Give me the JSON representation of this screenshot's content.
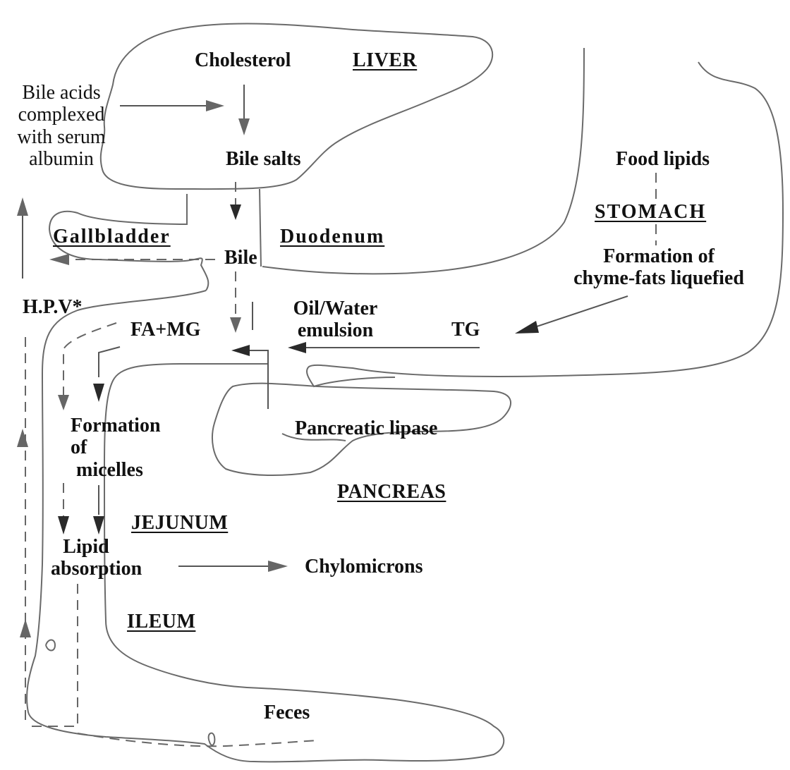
{
  "organs": {
    "liver": "LIVER",
    "stomach": "STOMACH",
    "gallbladder": "Gallbladder",
    "duodenum": "Duodenum",
    "pancreas": "PANCREAS",
    "jejunum": "JEJUNUM",
    "ileum": "ILEUM"
  },
  "labels": {
    "cholesterol": "Cholesterol",
    "bile_acids_lines": [
      "Bile acids",
      "complexed",
      "with serum",
      "albumin"
    ],
    "bile_salts": "Bile salts",
    "food_lipids": "Food lipids",
    "bile": "Bile",
    "formation_chyme_lines": [
      "Formation of",
      "chyme-fats liquefied"
    ],
    "hpv": "H.P.V*",
    "oil_water_lines": [
      "Oil/Water",
      "emulsion"
    ],
    "fa_mg": "FA+MG",
    "tg": "TG",
    "formation_micelles_lines": [
      "Formation",
      "of",
      "micelles"
    ],
    "pancreatic_lipase": "Pancreatic lipase",
    "lipid_absorption_lines": [
      "Lipid",
      "absorption"
    ],
    "chylomicrons": "Chylomicrons",
    "feces": "Feces"
  }
}
